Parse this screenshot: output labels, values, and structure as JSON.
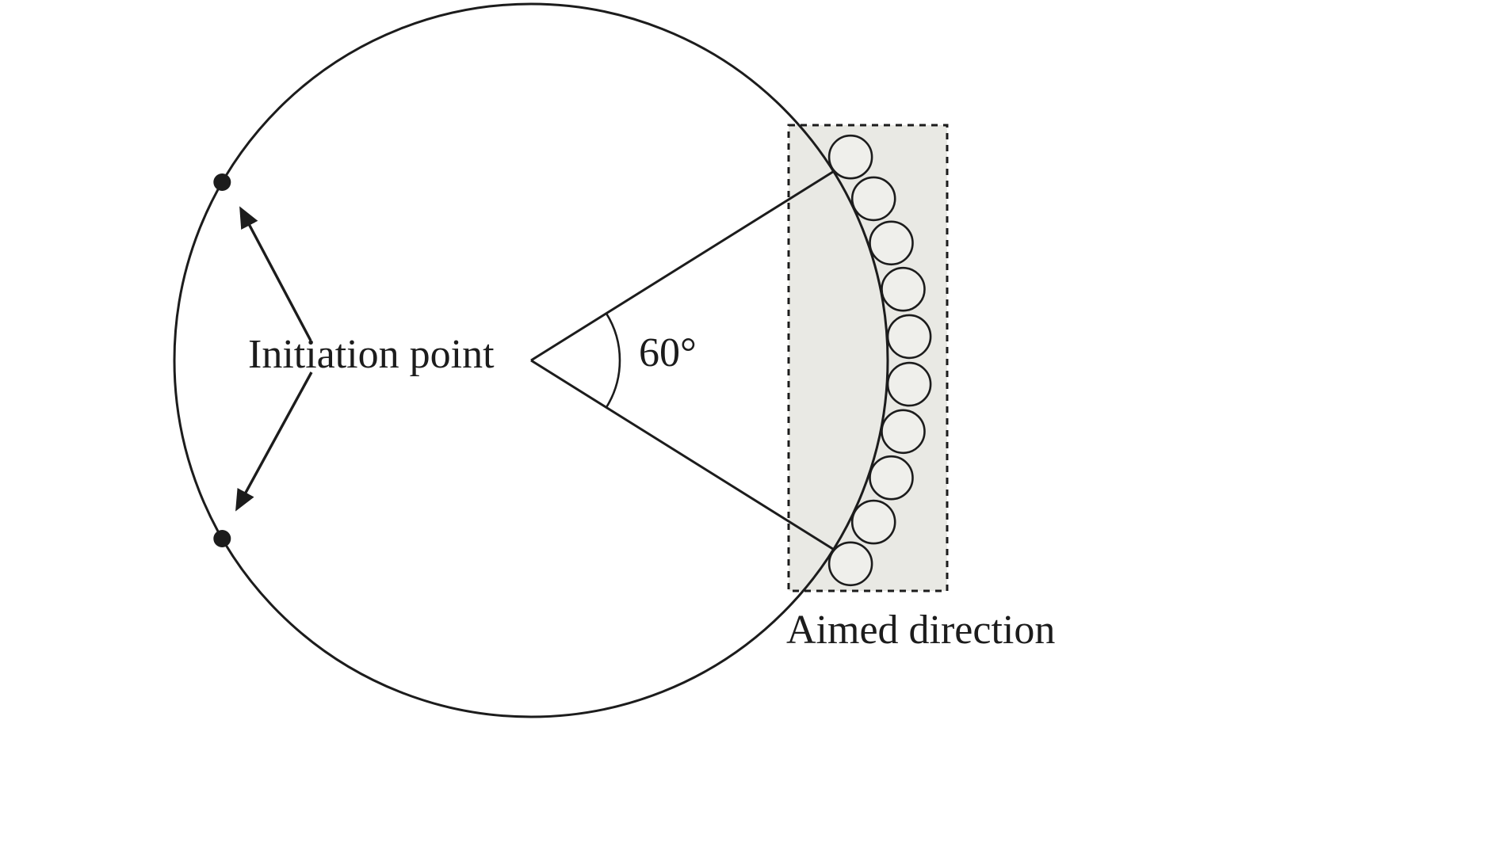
{
  "diagram": {
    "labels": {
      "initiation_point": "Initiation point",
      "angle": "60°",
      "aimed_direction": "Aimed direction"
    },
    "charges": {
      "count": 10
    },
    "colors": {
      "stroke": "#1c1c1c",
      "panel_fill": "#e9e9e4",
      "charge_fill": "#efefeb",
      "background": "#ffffff"
    }
  }
}
